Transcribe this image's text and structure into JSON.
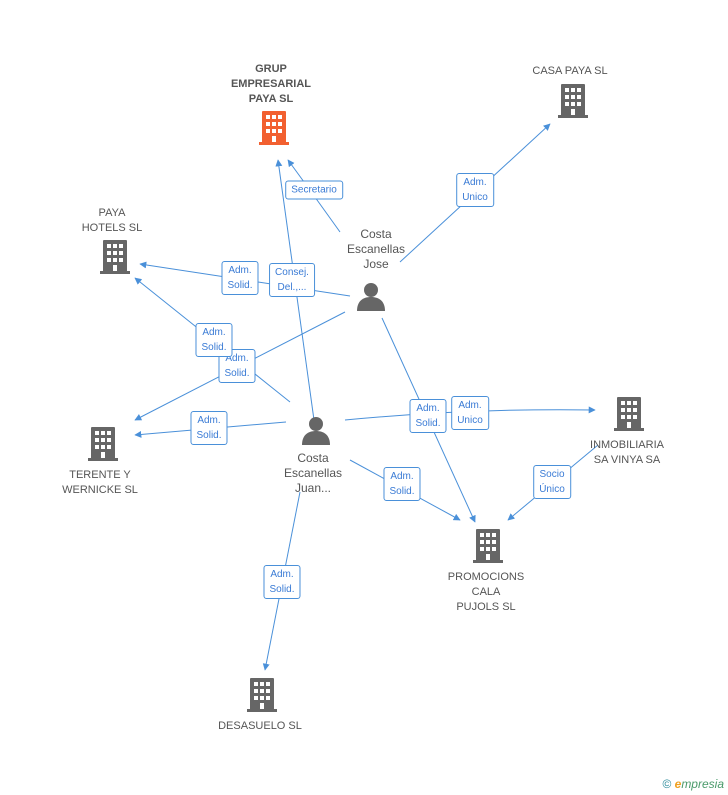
{
  "nodes": {
    "grup": {
      "label_lines": [
        "GRUP",
        "EMPRESARIAL",
        "PAYA SL"
      ],
      "kind": "company",
      "focus": true
    },
    "casa": {
      "label_lines": [
        "CASA PAYA SL"
      ],
      "kind": "company"
    },
    "hotels": {
      "label_lines": [
        "PAYA",
        "HOTELS SL"
      ],
      "kind": "company"
    },
    "jose": {
      "label_lines": [
        "Costa",
        "Escanellas",
        "Jose"
      ],
      "kind": "person"
    },
    "juan": {
      "label_lines": [
        "Costa",
        "Escanellas",
        "Juan..."
      ],
      "kind": "person"
    },
    "terente": {
      "label_lines": [
        "TERENTE Y",
        "WERNICKE SL"
      ],
      "kind": "company"
    },
    "inmob": {
      "label_lines": [
        "INMOBILIARIA",
        "SA VINYA SA"
      ],
      "kind": "company"
    },
    "promo": {
      "label_lines": [
        "PROMOCIONS",
        "CALA",
        "PUJOLS SL"
      ],
      "kind": "company"
    },
    "desasuelo": {
      "label_lines": [
        "DESASUELO SL"
      ],
      "kind": "company"
    }
  },
  "edges": [
    {
      "from": "jose",
      "to": "grup",
      "label": [
        "Secretario"
      ]
    },
    {
      "from": "jose",
      "to": "casa",
      "label": [
        "Adm.",
        "Unico"
      ]
    },
    {
      "from": "jose",
      "to": "hotels",
      "label": [
        "Adm.",
        "Solid."
      ]
    },
    {
      "from": "jose",
      "to": "terente",
      "label": [
        "Adm.",
        "Solid."
      ]
    },
    {
      "from": "jose",
      "to": "promo",
      "label": [
        "Adm.",
        "Solid."
      ]
    },
    {
      "from": "juan",
      "to": "grup",
      "label": [
        "Consej.",
        "Del.,..."
      ]
    },
    {
      "from": "juan",
      "to": "hotels",
      "label": [
        "Adm.",
        "Solid."
      ]
    },
    {
      "from": "juan",
      "to": "terente",
      "label": [
        "Adm.",
        "Solid."
      ]
    },
    {
      "from": "juan",
      "to": "inmob",
      "label": [
        "Adm.",
        "Unico"
      ]
    },
    {
      "from": "juan",
      "to": "promo",
      "label": [
        "Adm.",
        "Solid."
      ]
    },
    {
      "from": "juan",
      "to": "desasuelo",
      "label": [
        "Adm.",
        "Solid."
      ]
    },
    {
      "from": "inmob",
      "to": "promo",
      "label": [
        "Socio",
        "Único"
      ]
    }
  ],
  "colors": {
    "edge": "#4a90d9",
    "company": "#666666",
    "focus_company": "#f26030",
    "person": "#666666"
  },
  "brand": {
    "copyright": "©",
    "name_first": "e",
    "name_rest": "mpresia"
  }
}
